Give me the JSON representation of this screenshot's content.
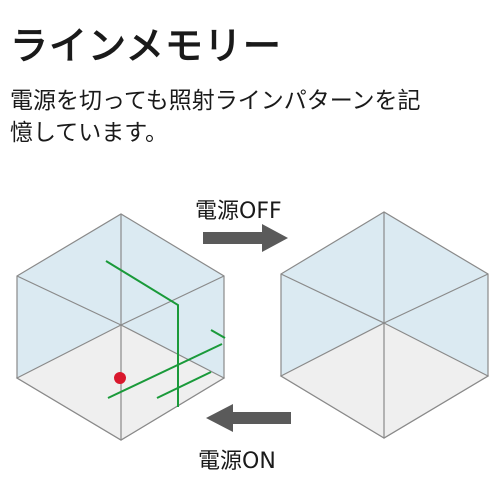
{
  "title": "ラインメモリー",
  "description": {
    "line1": "電源を切っても照射ラインパターンを記",
    "line2": "憶しています。"
  },
  "arrows": {
    "off_label": "電源OFF",
    "on_label": "電源ON"
  },
  "colors": {
    "laser_line": "#1a9a3a",
    "laser_point": "#d9182d",
    "arrow": "#5a5a5a",
    "cube_edge": "#8a8a8a",
    "cube_face": "#dbeaf2",
    "cube_bottom": "#efefef"
  }
}
